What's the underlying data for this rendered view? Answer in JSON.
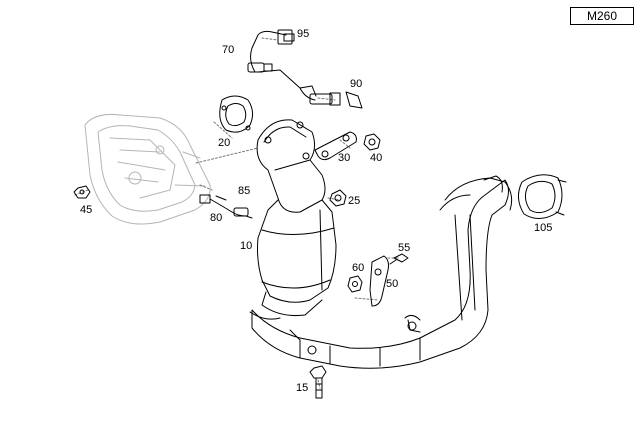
{
  "model_code": "M260",
  "callouts": {
    "c95": "95",
    "c70": "70",
    "c90": "90",
    "c20": "20",
    "c30": "30",
    "c40": "40",
    "c45": "45",
    "c85": "85",
    "c25": "25",
    "c80": "80",
    "c10": "10",
    "c105": "105",
    "c55": "55",
    "c60": "60",
    "c50": "50",
    "c15": "15"
  }
}
